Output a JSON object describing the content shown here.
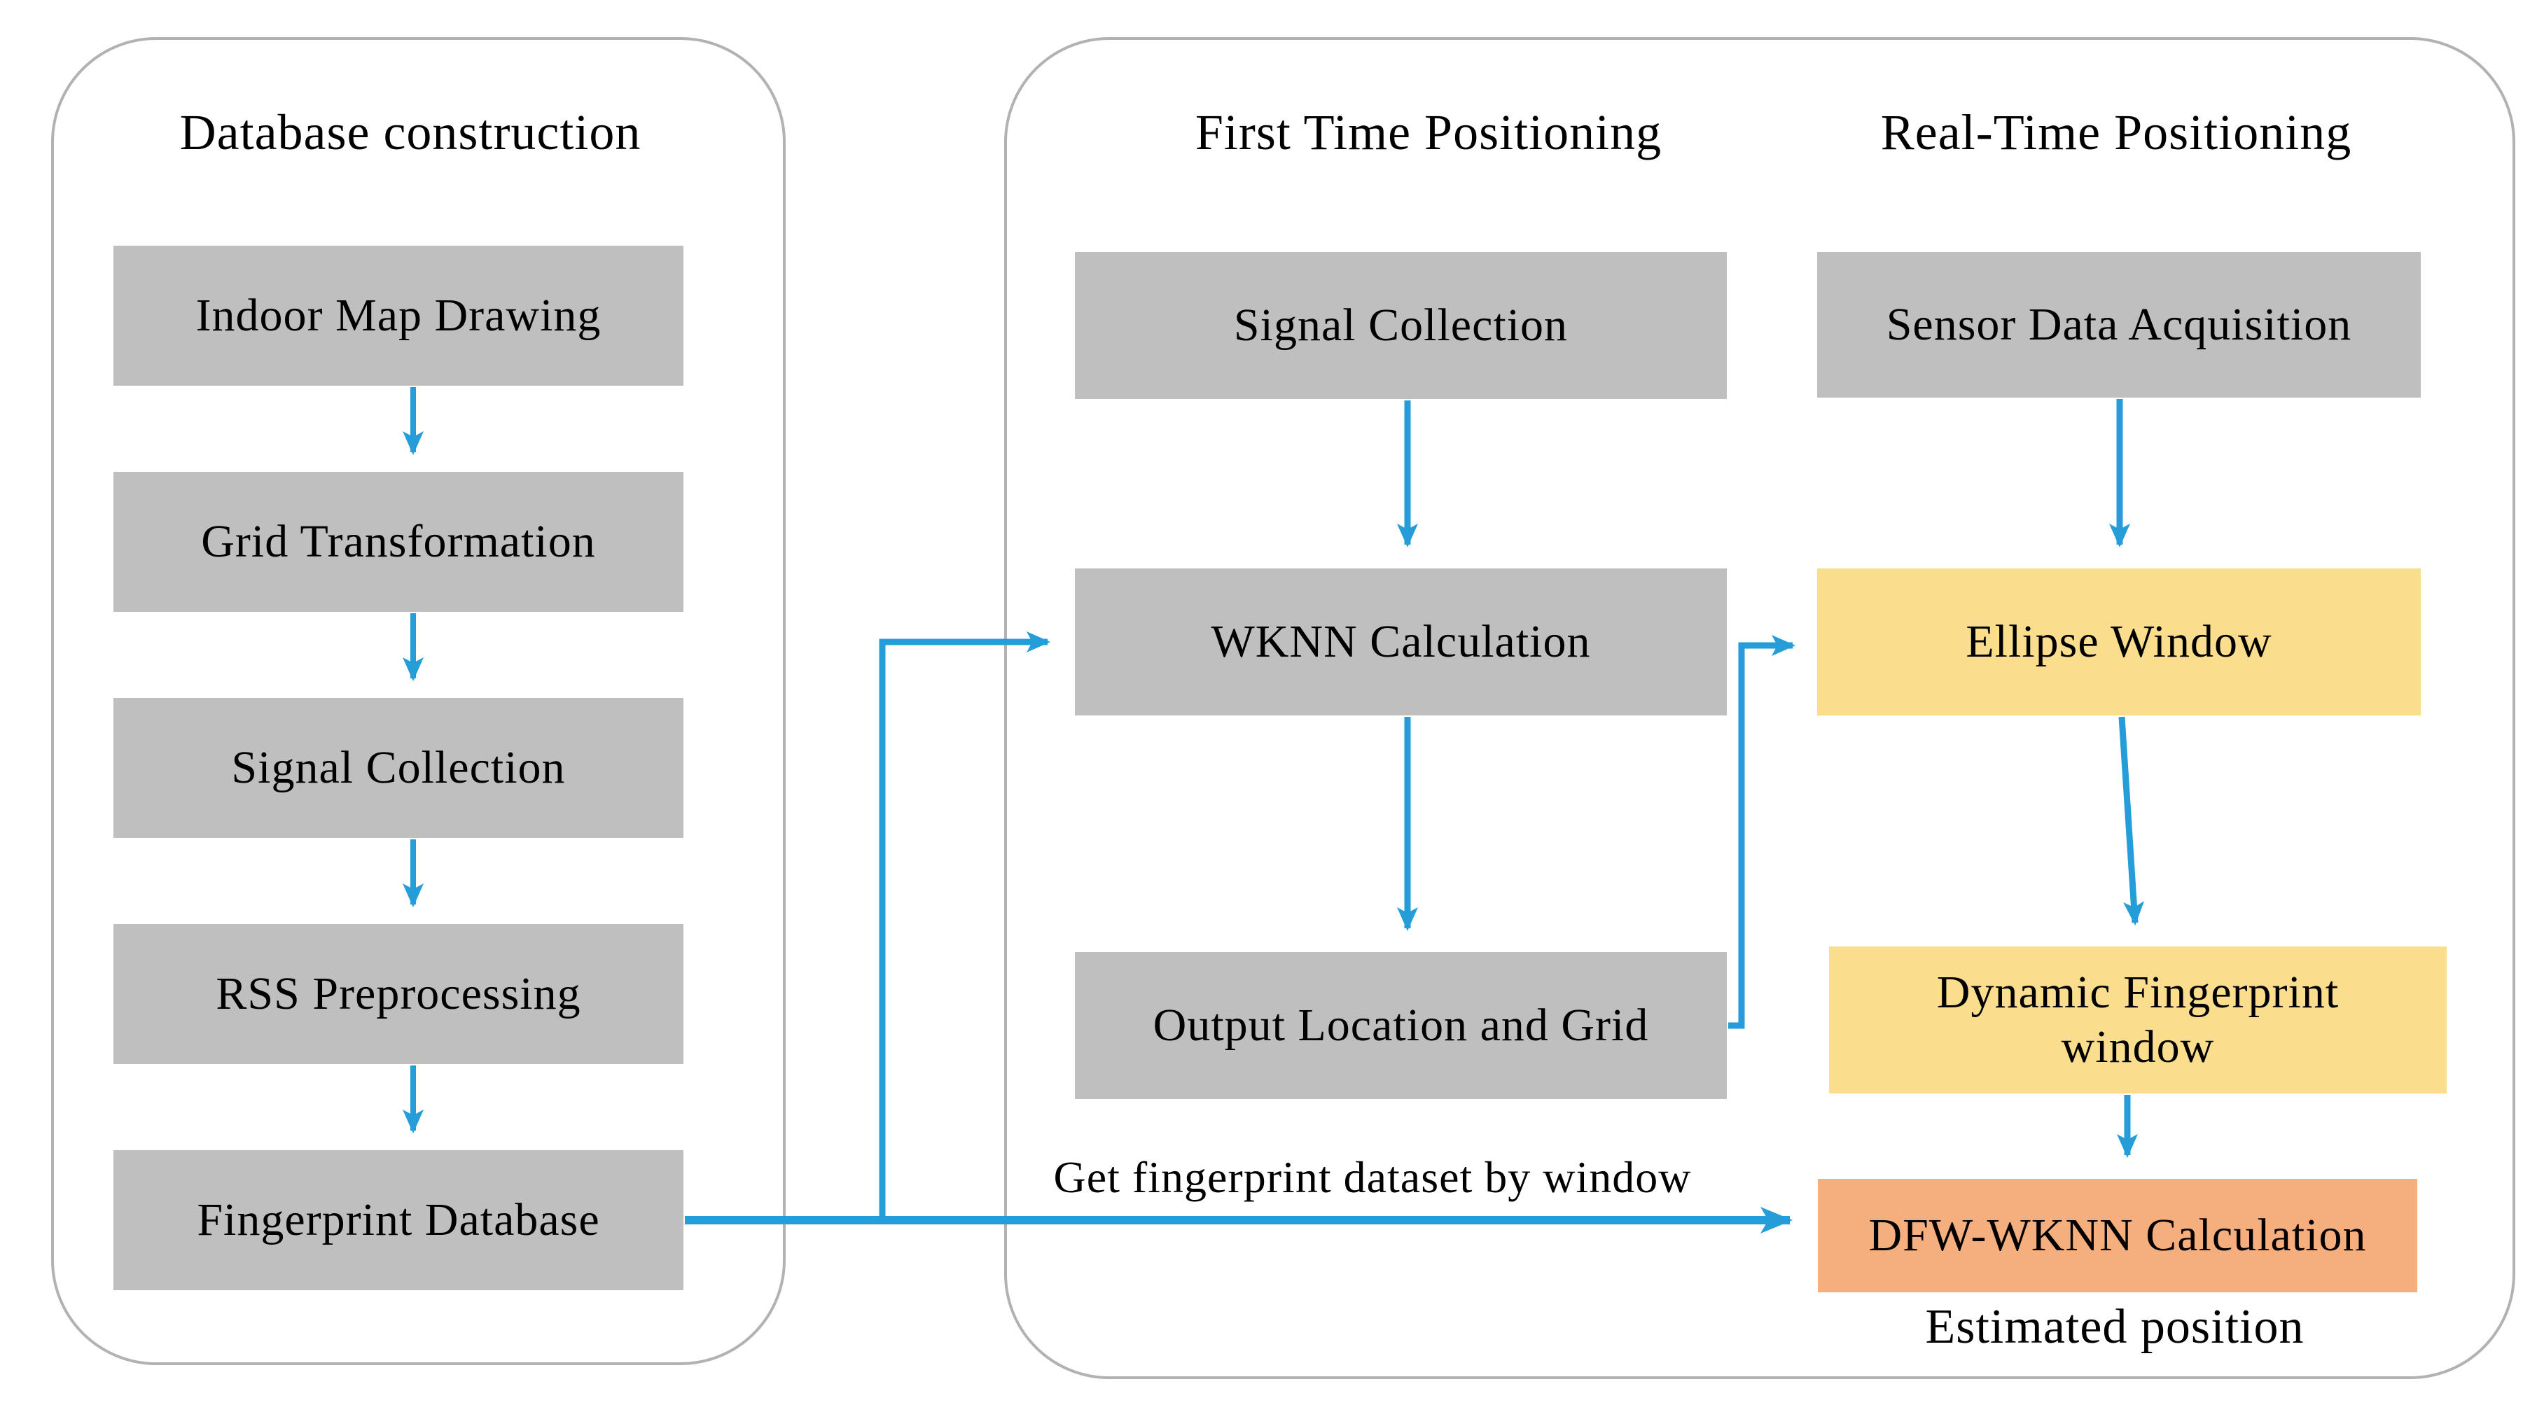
{
  "diagram": {
    "database_panel": {
      "title": "Database construction",
      "steps": [
        "Indoor Map Drawing",
        "Grid Transformation",
        "Signal Collection",
        "RSS Preprocessing",
        "Fingerprint Database"
      ]
    },
    "positioning_panel": {
      "first_time": {
        "title": "First Time Positioning",
        "steps": [
          "Signal Collection",
          "WKNN Calculation",
          "Output Location and Grid"
        ]
      },
      "real_time": {
        "title": "Real-Time Positioning",
        "steps": [
          "Sensor Data Acquisition",
          "Ellipse Window",
          "Dynamic Fingerprint window",
          "DFW-WKNN Calculation"
        ]
      },
      "edge_label": "Get fingerprint dataset by window",
      "result_label": "Estimated position"
    },
    "colors": {
      "box_gray": "#bfbfbf",
      "box_yellow": "#fbdd8e",
      "box_orange": "#f5ae7d",
      "arrow_blue": "#249dd8",
      "panel_border": "#b2b2b2",
      "text": "#000000",
      "background": "#ffffff"
    }
  }
}
